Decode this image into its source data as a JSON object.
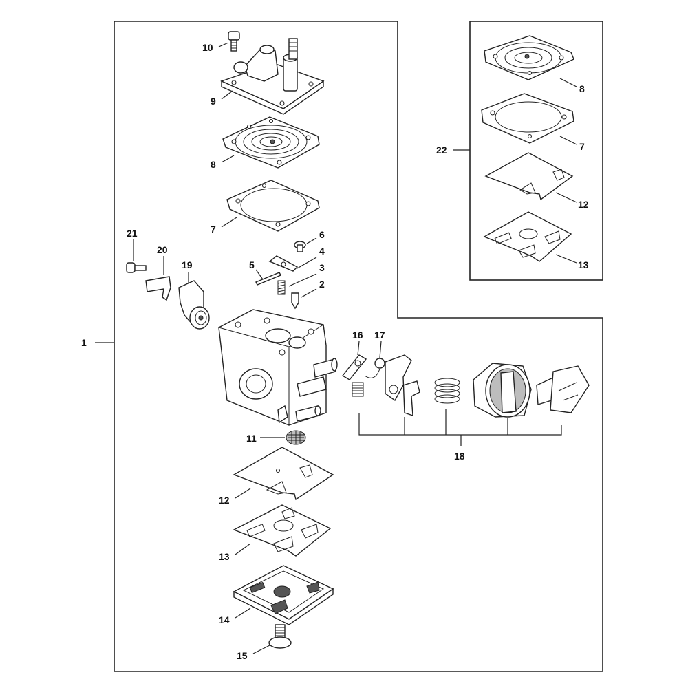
{
  "callouts": {
    "c1": "1",
    "c2": "2",
    "c3": "3",
    "c4": "4",
    "c5": "5",
    "c6": "6",
    "c7": "7",
    "c8": "8",
    "c9": "9",
    "c10": "10",
    "c11": "11",
    "c12": "12",
    "c13": "13",
    "c14": "14",
    "c15": "15",
    "c16": "16",
    "c17": "17",
    "c18": "18",
    "c19": "19",
    "c20": "20",
    "c21": "21",
    "c22": "22"
  },
  "kit": {
    "c8": "8",
    "c7": "7",
    "c12": "12",
    "c13": "13"
  },
  "icons": {
    "screw": "screw-icon",
    "gasket": "gasket-icon",
    "diaphragm": "diaphragm-icon",
    "spring": "spring-icon",
    "carburetor": "carburetor-body-icon"
  }
}
